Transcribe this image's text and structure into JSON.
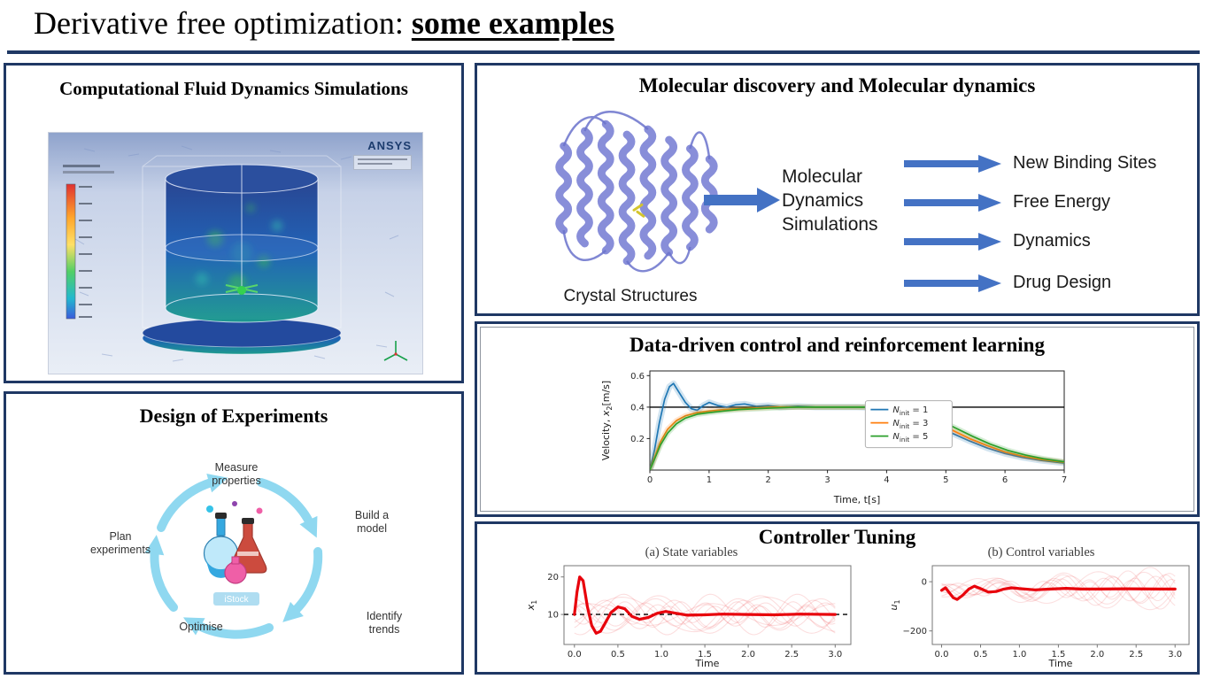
{
  "slide": {
    "title_prefix": "Derivative free optimization: ",
    "title_emphasis": "some examples",
    "accent_color": "#1F3864"
  },
  "cfd": {
    "title": "Computational Fluid Dynamics Simulations",
    "brand": "ANSYS"
  },
  "doe": {
    "title": "Design of Experiments",
    "watermark": "iStock",
    "steps": [
      "Measure\nproperties",
      "Build a\nmodel",
      "Identify\ntrends",
      "Optimise",
      "Plan\nexperiments"
    ]
  },
  "molecular": {
    "title": "Molecular discovery and Molecular dynamics",
    "source_label": "Crystal Structures",
    "process_label": "Molecular\nDynamics\nSimulations",
    "outputs": [
      "New Binding Sites",
      "Free Energy",
      "Dynamics",
      "Drug Design"
    ],
    "arrow_color": "#4472C4"
  },
  "control": {
    "title": "Data-driven control and reinforcement learning"
  },
  "tuning": {
    "title": "Controller Tuning"
  },
  "chart_data": [
    {
      "id": "velocity",
      "type": "line",
      "xlabel": "Time, t[s]",
      "ylabel": "Velocity, x_2[m/s]",
      "xlim": [
        0,
        7
      ],
      "ylim": [
        0,
        0.63
      ],
      "xticks": [
        0,
        1,
        2,
        3,
        4,
        5,
        6,
        7
      ],
      "xtick_labels": [
        "0",
        "1",
        "2",
        "3",
        "4",
        "5",
        "6",
        "7"
      ],
      "yticks": [
        0.2,
        0.4,
        0.6
      ],
      "ytick_labels": [
        "0.2",
        "0.4",
        "0.6"
      ],
      "ref_line": {
        "y": 0.4,
        "color": "#000000"
      },
      "legend": {
        "position": "center-right"
      },
      "series": [
        {
          "name": "N_init = 1",
          "color": "#1f77b4",
          "band": 7,
          "points": [
            [
              0,
              0
            ],
            [
              0.08,
              0.13
            ],
            [
              0.16,
              0.3
            ],
            [
              0.25,
              0.45
            ],
            [
              0.33,
              0.53
            ],
            [
              0.4,
              0.55
            ],
            [
              0.5,
              0.49
            ],
            [
              0.6,
              0.43
            ],
            [
              0.7,
              0.39
            ],
            [
              0.8,
              0.38
            ],
            [
              0.9,
              0.41
            ],
            [
              1.0,
              0.43
            ],
            [
              1.15,
              0.41
            ],
            [
              1.3,
              0.4
            ],
            [
              1.45,
              0.415
            ],
            [
              1.6,
              0.42
            ],
            [
              1.8,
              0.405
            ],
            [
              2.0,
              0.41
            ],
            [
              2.2,
              0.4
            ],
            [
              2.5,
              0.405
            ],
            [
              2.8,
              0.4
            ],
            [
              3.1,
              0.4
            ],
            [
              3.5,
              0.4
            ],
            [
              3.9,
              0.395
            ],
            [
              4.2,
              0.375
            ],
            [
              4.5,
              0.34
            ],
            [
              4.8,
              0.29
            ],
            [
              5.1,
              0.235
            ],
            [
              5.4,
              0.185
            ],
            [
              5.7,
              0.14
            ],
            [
              6.0,
              0.105
            ],
            [
              6.3,
              0.08
            ],
            [
              6.6,
              0.062
            ],
            [
              7.0,
              0.045
            ]
          ]
        },
        {
          "name": "N_init = 3",
          "color": "#ff7f0e",
          "band": 6,
          "points": [
            [
              0,
              0
            ],
            [
              0.08,
              0.08
            ],
            [
              0.18,
              0.18
            ],
            [
              0.3,
              0.26
            ],
            [
              0.45,
              0.315
            ],
            [
              0.6,
              0.345
            ],
            [
              0.8,
              0.365
            ],
            [
              1.0,
              0.375
            ],
            [
              1.25,
              0.385
            ],
            [
              1.5,
              0.39
            ],
            [
              1.8,
              0.395
            ],
            [
              2.1,
              0.4
            ],
            [
              2.5,
              0.4
            ],
            [
              3.0,
              0.4
            ],
            [
              3.5,
              0.4
            ],
            [
              3.9,
              0.4
            ],
            [
              4.2,
              0.385
            ],
            [
              4.5,
              0.355
            ],
            [
              4.8,
              0.31
            ],
            [
              5.1,
              0.255
            ],
            [
              5.4,
              0.2
            ],
            [
              5.7,
              0.155
            ],
            [
              6.0,
              0.115
            ],
            [
              6.3,
              0.088
            ],
            [
              6.6,
              0.068
            ],
            [
              7.0,
              0.05
            ]
          ]
        },
        {
          "name": "N_init = 5",
          "color": "#2ca02c",
          "band": 6,
          "points": [
            [
              0,
              0
            ],
            [
              0.08,
              0.07
            ],
            [
              0.18,
              0.16
            ],
            [
              0.3,
              0.235
            ],
            [
              0.45,
              0.295
            ],
            [
              0.6,
              0.33
            ],
            [
              0.8,
              0.355
            ],
            [
              1.0,
              0.365
            ],
            [
              1.25,
              0.375
            ],
            [
              1.5,
              0.385
            ],
            [
              1.8,
              0.39
            ],
            [
              2.1,
              0.395
            ],
            [
              2.5,
              0.4
            ],
            [
              3.0,
              0.4
            ],
            [
              3.5,
              0.4
            ],
            [
              3.9,
              0.4
            ],
            [
              4.25,
              0.39
            ],
            [
              4.55,
              0.365
            ],
            [
              4.85,
              0.325
            ],
            [
              5.15,
              0.27
            ],
            [
              5.45,
              0.215
            ],
            [
              5.75,
              0.165
            ],
            [
              6.05,
              0.125
            ],
            [
              6.35,
              0.095
            ],
            [
              6.65,
              0.072
            ],
            [
              7.0,
              0.053
            ]
          ]
        }
      ]
    },
    {
      "id": "states",
      "type": "line",
      "title": "(a) State variables",
      "xlabel": "Time",
      "ylabel": "x_1",
      "xlim": [
        -0.12,
        3.18
      ],
      "ylim": [
        2,
        23
      ],
      "xticks": [
        0,
        0.5,
        1,
        1.5,
        2,
        2.5,
        3
      ],
      "xtick_labels": [
        "0.0",
        "0.5",
        "1.0",
        "1.5",
        "2.0",
        "2.5",
        "3.0"
      ],
      "yticks": [
        10,
        20
      ],
      "ytick_labels": [
        "10",
        "20"
      ],
      "ref_line": {
        "y": 10,
        "color": "#000000",
        "dash": "5 4"
      },
      "series": [
        {
          "color": "#e8000b",
          "width": 3.2,
          "points": [
            [
              0,
              10
            ],
            [
              0.03,
              16
            ],
            [
              0.06,
              20
            ],
            [
              0.1,
              19
            ],
            [
              0.15,
              12
            ],
            [
              0.2,
              7
            ],
            [
              0.25,
              5
            ],
            [
              0.3,
              5.5
            ],
            [
              0.35,
              7.5
            ],
            [
              0.42,
              10.5
            ],
            [
              0.5,
              12
            ],
            [
              0.58,
              11.5
            ],
            [
              0.66,
              9.5
            ],
            [
              0.75,
              8.7
            ],
            [
              0.85,
              9.2
            ],
            [
              0.95,
              10.3
            ],
            [
              1.05,
              10.8
            ],
            [
              1.15,
              10.4
            ],
            [
              1.3,
              9.8
            ],
            [
              1.5,
              9.9
            ],
            [
              1.7,
              10.1
            ],
            [
              2.0,
              10.0
            ],
            [
              2.3,
              9.9
            ],
            [
              2.6,
              10.1
            ],
            [
              3.0,
              10.0
            ]
          ]
        }
      ],
      "faint": {
        "color": "#e8000b",
        "opacity": 0.13,
        "offset": 10,
        "grow": 1,
        "lines": [
          {
            "amp": 4.2,
            "freq": 1.05,
            "phase": 1.7
          },
          {
            "amp": 3.1,
            "freq": 1.45,
            "phase": 0.4
          },
          {
            "amp": 5.0,
            "freq": 0.85,
            "phase": 2.7
          },
          {
            "amp": 2.6,
            "freq": 1.75,
            "phase": 3.6
          },
          {
            "amp": 3.8,
            "freq": 1.25,
            "phase": 5.1
          },
          {
            "amp": 2.9,
            "freq": 0.7,
            "phase": 0.9
          },
          {
            "amp": 5.4,
            "freq": 1.0,
            "phase": 4.3
          },
          {
            "amp": 3.4,
            "freq": 1.55,
            "phase": 2.2
          },
          {
            "amp": 4.6,
            "freq": 0.6,
            "phase": 5.8
          },
          {
            "amp": 2.2,
            "freq": 1.9,
            "phase": 1.1
          }
        ]
      }
    },
    {
      "id": "controls",
      "type": "line",
      "title": "(b) Control variables",
      "xlabel": "Time",
      "ylabel": "u_1",
      "xlim": [
        -0.12,
        3.18
      ],
      "ylim": [
        -255,
        65
      ],
      "xticks": [
        0,
        0.5,
        1,
        1.5,
        2,
        2.5,
        3
      ],
      "xtick_labels": [
        "0.0",
        "0.5",
        "1.0",
        "1.5",
        "2.0",
        "2.5",
        "3.0"
      ],
      "yticks": [
        0,
        -200
      ],
      "ytick_labels": [
        "0",
        "−200"
      ],
      "series": [
        {
          "color": "#e8000b",
          "width": 3.2,
          "points": [
            [
              0,
              -35
            ],
            [
              0.05,
              -25
            ],
            [
              0.1,
              -45
            ],
            [
              0.15,
              -65
            ],
            [
              0.2,
              -72
            ],
            [
              0.27,
              -55
            ],
            [
              0.35,
              -30
            ],
            [
              0.42,
              -18
            ],
            [
              0.5,
              -28
            ],
            [
              0.6,
              -42
            ],
            [
              0.7,
              -40
            ],
            [
              0.8,
              -30
            ],
            [
              0.9,
              -25
            ],
            [
              1.0,
              -28
            ],
            [
              1.2,
              -33
            ],
            [
              1.4,
              -30
            ],
            [
              1.6,
              -27
            ],
            [
              1.8,
              -30
            ],
            [
              2.0,
              -30
            ],
            [
              2.4,
              -29
            ],
            [
              2.8,
              -30
            ],
            [
              3.0,
              -30
            ]
          ]
        }
      ],
      "faint": {
        "color": "#e8000b",
        "opacity": 0.12,
        "offset": -30,
        "grow": 0.35,
        "lines": [
          {
            "amp": 55,
            "freq": 1.5,
            "phase": 0.8
          },
          {
            "amp": 85,
            "freq": 1.2,
            "phase": 2.4
          },
          {
            "amp": 40,
            "freq": 1.9,
            "phase": 4.0
          },
          {
            "amp": 95,
            "freq": 0.9,
            "phase": 5.3
          },
          {
            "amp": 65,
            "freq": 1.35,
            "phase": 1.9
          },
          {
            "amp": 75,
            "freq": 1.05,
            "phase": 3.3
          },
          {
            "amp": 50,
            "freq": 1.7,
            "phase": 0.2
          },
          {
            "amp": 90,
            "freq": 0.75,
            "phase": 4.7
          },
          {
            "amp": 60,
            "freq": 1.5,
            "phase": 5.9
          }
        ]
      }
    }
  ]
}
